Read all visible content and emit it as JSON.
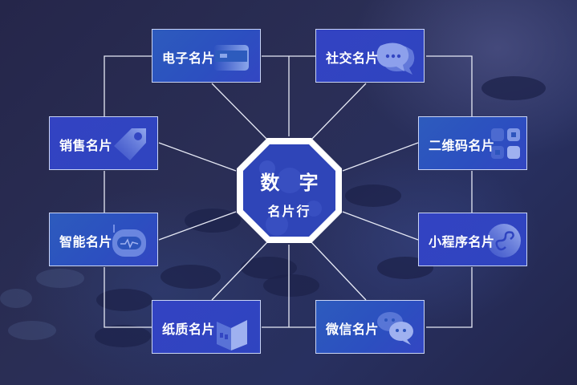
{
  "center": {
    "title": "数 字",
    "subtitle": "名片行",
    "fill_color": "#2f45b8",
    "border_color": "#ffffff"
  },
  "nodes": [
    {
      "id": "electronic",
      "label": "电子名片",
      "icon": "card-icon",
      "position": "top-left"
    },
    {
      "id": "social",
      "label": "社交名片",
      "icon": "chat-bubble-icon",
      "position": "top-right"
    },
    {
      "id": "sales",
      "label": "销售名片",
      "icon": "price-tag-icon",
      "position": "middle-left-upper"
    },
    {
      "id": "qrcode",
      "label": "二维码名片",
      "icon": "qr-code-icon",
      "position": "middle-right-upper"
    },
    {
      "id": "smart",
      "label": "智能名片",
      "icon": "robot-icon",
      "position": "middle-left-lower"
    },
    {
      "id": "miniprogram",
      "label": "小程序名片",
      "icon": "mini-program-icon",
      "position": "middle-right-lower"
    },
    {
      "id": "paper",
      "label": "纸质名片",
      "icon": "book-icon",
      "position": "bottom-left"
    },
    {
      "id": "wechat",
      "label": "微信名片",
      "icon": "wechat-icon",
      "position": "bottom-right"
    }
  ],
  "colors": {
    "card_blue": "#2d55bd",
    "card_border": "#c9d4f5",
    "line": "#e6e9f5",
    "background": "#272b52"
  }
}
